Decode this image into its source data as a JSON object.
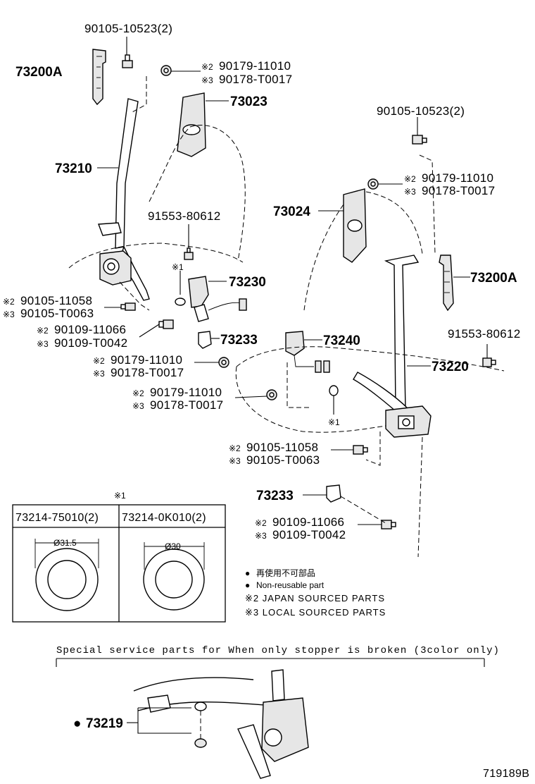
{
  "labels": {
    "p_90105_10523_left": "90105-10523(2)",
    "p_73200A_left": "73200A",
    "p_90179_11010_top": "90179-11010",
    "p_90178_T0017_top": "90178-T0017",
    "p_73023": "73023",
    "p_73210": "73210",
    "p_91553_80612_left": "91553-80612",
    "p_mark1_left": "※1",
    "p_73230": "73230",
    "p_90105_11058_left": "90105-11058",
    "p_90105_T0063_left": "90105-T0063",
    "p_90109_11066_left": "90109-11066",
    "p_90109_T0042_left": "90109-T0042",
    "p_73233_left": "73233",
    "p_90179_11010_mid": "90179-11010",
    "p_90178_T0017_mid": "90178-T0017",
    "p_90179_11010_low": "90179-11010",
    "p_90178_T0017_low": "90178-T0017",
    "p_90105_10523_right": "90105-10523(2)",
    "p_90179_11010_right": "90179-11010",
    "p_90178_T0017_right": "90178-T0017",
    "p_73024": "73024",
    "p_73200A_right": "73200A",
    "p_91553_80612_right": "91553-80612",
    "p_73240": "73240",
    "p_73220": "73220",
    "p_mark1_right": "※1",
    "p_90105_11058_right": "90105-11058",
    "p_90105_T0063_right": "90105-T0063",
    "p_73233_right": "73233",
    "p_90109_11066_right": "90109-11066",
    "p_90109_T0042_right": "90109-T0042",
    "p_73219": "73219",
    "mark2": "※2",
    "mark3": "※3",
    "bullet": "●"
  },
  "table": {
    "title": "※1",
    "col1_header": "73214-75010(2)",
    "col2_header": "73214-0K010(2)",
    "col1_dim": "Ø31.5",
    "col2_dim": "Ø30"
  },
  "legend": {
    "nonreusable_jp": "再使用不可部品",
    "nonreusable_en": "Non-reusable part",
    "japan_sourced": "※2 JAPAN SOURCED PARTS",
    "local_sourced": "※3 LOCAL SOURCED PARTS"
  },
  "special_note": "Special service parts for When only stopper is broken (3color only)",
  "diagram_code": "719189B"
}
